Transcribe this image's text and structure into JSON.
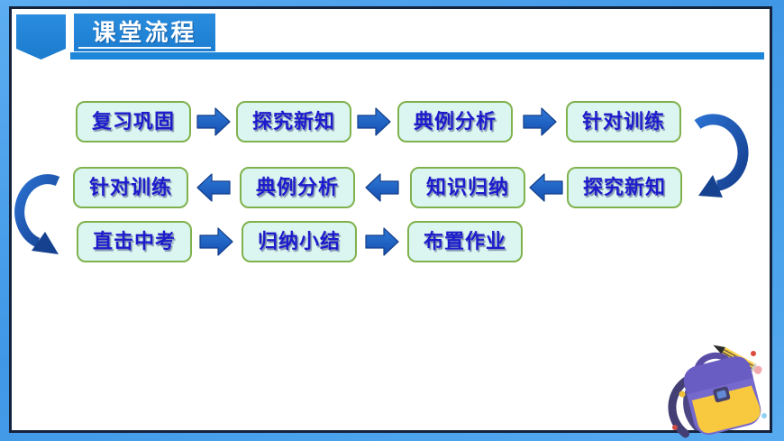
{
  "header": {
    "title": "课堂流程"
  },
  "flow": {
    "row1": {
      "direction": "right",
      "boxes": [
        "复习巩固",
        "探究新知",
        "典例分析",
        "针对训练"
      ]
    },
    "row2": {
      "direction": "left",
      "boxes": [
        "针对训练",
        "典例分析",
        "知识归纳",
        "探究新知"
      ]
    },
    "row3": {
      "direction": "right",
      "boxes": [
        "直击中考",
        "归纳小结",
        "布置作业"
      ]
    }
  },
  "decorations": {
    "pencil": "pencil-icon",
    "backpack": "backpack-icon",
    "confetti_dots": [
      "red",
      "yellow",
      "red",
      "blue"
    ]
  },
  "colors": {
    "frame_blue": "#47a1e9",
    "border_navy": "#15223c",
    "header_blue": "#1e86d8",
    "box_fill": "#dbf6f0",
    "box_border": "#7fb24d",
    "box_text_blue": "#1c1ccd",
    "block_arrow_blue": "#1b5fc4",
    "curved_arrow_blue": "#1c55ae",
    "backpack_purple": "#7569cd",
    "pocket_yellow": "#f8c93f"
  }
}
